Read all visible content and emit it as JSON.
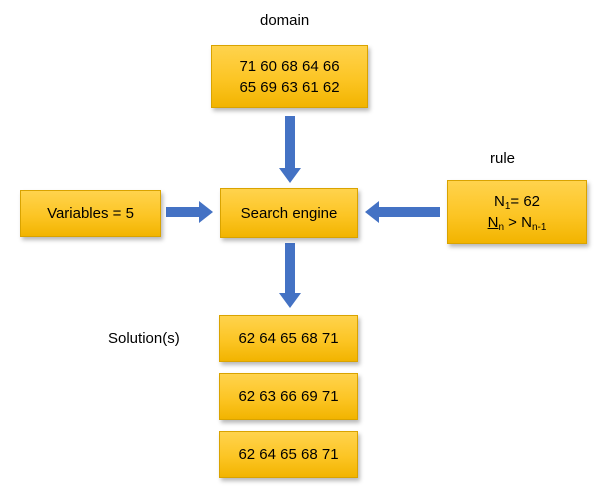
{
  "labels": {
    "domain": "domain",
    "rule": "rule",
    "solutions": "Solution(s)"
  },
  "domain_box": {
    "line1": "71 60 68 64 66",
    "line2": "65 69 63 61 62"
  },
  "variables_box": {
    "text": "Variables = 5"
  },
  "engine_box": {
    "text": "Search engine"
  },
  "rule_box": {
    "line1": {
      "base": "N",
      "sub": "1",
      "rest": "= 62"
    },
    "line2": {
      "base": "N",
      "sub": "n",
      "op": " > ",
      "base2": "N",
      "sub2": "n-1"
    }
  },
  "solutions": [
    "62 64 65 68 71",
    "62 63 66 69 71",
    "62 64 65 68 71"
  ],
  "colors": {
    "box_fill": "#fcc524",
    "box_border": "#d9a300",
    "arrow": "#4472c4"
  }
}
